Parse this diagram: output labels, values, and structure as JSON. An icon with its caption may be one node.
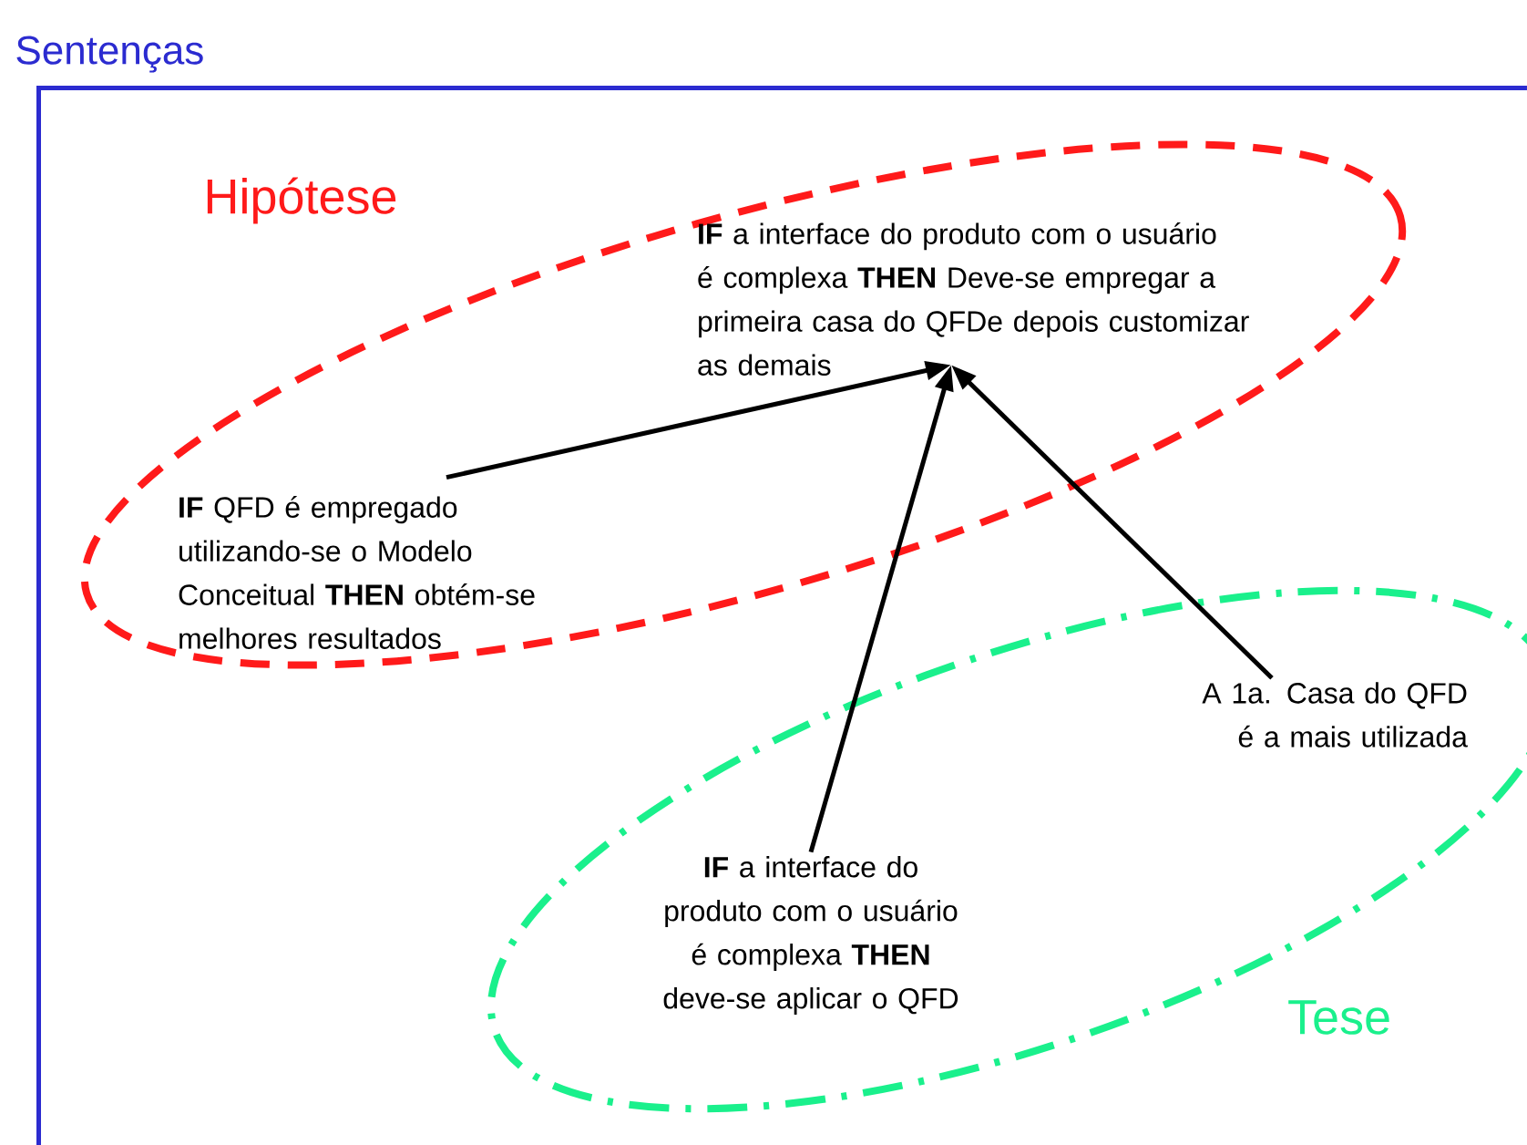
{
  "diagram": {
    "nodes": [
      {
        "text": [
          "Sentenças"
        ]
      },
      {
        "text": [
          "Hipótese"
        ],
        "in": 0
      },
      {
        "text": [
          "**IF** a interface do produto com o usuário é complexa **THEN** Deve-se empregar a primeira casa do QFDe depois customizar as demais"
        ],
        "in": 1
      },
      {
        "text": [
          "**IF** QFD é empregado utilizando-se o Modelo Conceitual **THEN** obtém-se melhores resultados"
        ],
        "in": 1
      },
      {
        "text": [
          "Tese"
        ],
        "in": 0
      },
      {
        "text": [
          "**IF** a interface do produto com o usuário é complexa **THEN** deve-se aplicar o QFD"
        ],
        "in": 4
      },
      {
        "text": [
          "A 1a. Casa do QFD é a mais utilizada"
        ],
        "in": 4
      }
    ],
    "edges": [
      {
        "from": 3,
        "to": 2,
        "arrow": "to"
      },
      {
        "from": 5,
        "to": 2,
        "arrow": "to"
      },
      {
        "from": 6,
        "to": 2,
        "arrow": "to"
      }
    ]
  }
}
